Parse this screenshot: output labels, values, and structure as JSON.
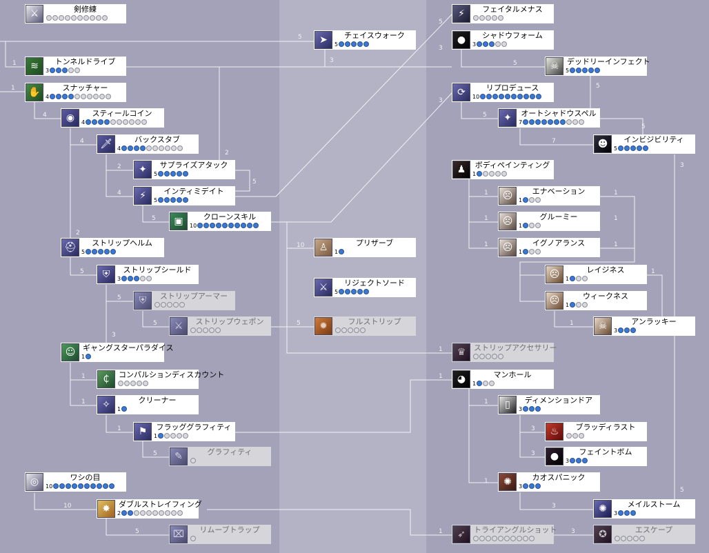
{
  "colors": {
    "bg": "#a3a2b8",
    "band_light": "#b4b3c6",
    "line": "#f2f2f6",
    "enabled_box": "#ffffff",
    "disabled_box": "#d6d6da",
    "level_dot": "#3c78d0",
    "empty_dot": "#d8d8de"
  },
  "skills": {
    "sword_training": {
      "name": "剣修練",
      "level": "",
      "max": 10,
      "icon": "sword-icon",
      "enabled": true
    },
    "tunnel_drive": {
      "name": "トンネルドライブ",
      "level": "3",
      "max": 5,
      "icon": "tunnel-drive-icon",
      "enabled": true
    },
    "snatcher": {
      "name": "スナッチャー",
      "level": "4",
      "max": 10,
      "icon": "snatcher-icon",
      "enabled": true
    },
    "steal_coin": {
      "name": "スティールコイン",
      "level": "4",
      "max": 10,
      "icon": "coin-icon",
      "enabled": true
    },
    "backstab": {
      "name": "バックスタブ",
      "level": "4",
      "max": 10,
      "icon": "backstab-icon",
      "enabled": true
    },
    "surprise_attack": {
      "name": "サプライズアタック",
      "level": "5",
      "max": 5,
      "icon": "surprise-attack-icon",
      "enabled": true
    },
    "intimidate": {
      "name": "インティミデイト",
      "level": "5",
      "max": 5,
      "icon": "intimidate-icon",
      "enabled": true
    },
    "clone_skill": {
      "name": "クローンスキル",
      "level": "10",
      "max": 10,
      "icon": "clone-skill-icon",
      "enabled": true
    },
    "strip_helm": {
      "name": "ストリップヘルム",
      "level": "5",
      "max": 5,
      "icon": "strip-helm-icon",
      "enabled": true
    },
    "strip_shield": {
      "name": "ストリップシールド",
      "level": "3",
      "max": 5,
      "icon": "strip-shield-icon",
      "enabled": true
    },
    "strip_armor": {
      "name": "ストリップアーマー",
      "level": "",
      "max": 5,
      "icon": "strip-armor-icon",
      "enabled": false
    },
    "strip_weapon": {
      "name": "ストリップウェポン",
      "level": "",
      "max": 5,
      "icon": "strip-weapon-icon",
      "enabled": false
    },
    "gangster_paradise": {
      "name": "ギャングスターパラダイス",
      "level": "1",
      "max": 1,
      "icon": "gangster-paradise-icon",
      "enabled": true
    },
    "compulsion_discount": {
      "name": "コンパルションディスカウント",
      "level": "",
      "max": 5,
      "icon": "compulsion-discount-icon",
      "enabled": true
    },
    "cleaner": {
      "name": "クリーナー",
      "level": "1",
      "max": 1,
      "icon": "cleaner-icon",
      "enabled": true
    },
    "flag_graffiti": {
      "name": "フラッググラフィティ",
      "level": "1",
      "max": 5,
      "icon": "flag-graffiti-icon",
      "enabled": true
    },
    "graffiti": {
      "name": "グラフィティ",
      "level": "",
      "max": 1,
      "icon": "graffiti-icon",
      "enabled": false
    },
    "eagle_eye": {
      "name": "ワシの目",
      "level": "10",
      "max": 10,
      "icon": "eagle-eye-icon",
      "enabled": true
    },
    "double_strafing": {
      "name": "ダブルストレイフィング",
      "level": "2",
      "max": 10,
      "icon": "double-strafing-icon",
      "enabled": true
    },
    "remove_trap": {
      "name": "リムーブトラップ",
      "level": "",
      "max": 1,
      "icon": "remove-trap-icon",
      "enabled": false
    },
    "chase_walk": {
      "name": "チェイスウォーク",
      "level": "5",
      "max": 5,
      "icon": "chase-walk-icon",
      "enabled": true
    },
    "preserve": {
      "name": "プリザーブ",
      "level": "1",
      "max": 1,
      "icon": "preserve-icon",
      "enabled": true
    },
    "reject_sword": {
      "name": "リジェクトソード",
      "level": "5",
      "max": 5,
      "icon": "reject-sword-icon",
      "enabled": true
    },
    "full_strip": {
      "name": "フルストリップ",
      "level": "",
      "max": 5,
      "icon": "full-strip-icon",
      "enabled": false
    },
    "fatal_menace": {
      "name": "フェイタルメナス",
      "level": "",
      "max": 5,
      "icon": "fatal-menace-icon",
      "enabled": true
    },
    "shadow_form": {
      "name": "シャドウフォーム",
      "level": "3",
      "max": 5,
      "icon": "shadow-form-icon",
      "enabled": true
    },
    "deadly_infect": {
      "name": "デッドリーインフェクト",
      "level": "5",
      "max": 5,
      "icon": "deadly-infect-icon",
      "enabled": true
    },
    "reproduce": {
      "name": "リプロデュース",
      "level": "10",
      "max": 10,
      "icon": "reproduce-icon",
      "enabled": true
    },
    "auto_shadow_spell": {
      "name": "オートシャドウスペル",
      "level": "7",
      "max": 10,
      "icon": "auto-shadow-spell-icon",
      "enabled": true
    },
    "invisibility": {
      "name": "インビジビリティ",
      "level": "5",
      "max": 5,
      "icon": "invisibility-icon",
      "enabled": true
    },
    "body_painting": {
      "name": "ボディペインティング",
      "level": "1",
      "max": 5,
      "icon": "body-painting-icon",
      "enabled": true
    },
    "enervation": {
      "name": "エナベーション",
      "level": "1",
      "max": 3,
      "icon": "enervation-mask-icon",
      "enabled": true
    },
    "groomy": {
      "name": "グルーミー",
      "level": "1",
      "max": 3,
      "icon": "groomy-mask-icon",
      "enabled": true
    },
    "ignorance": {
      "name": "イグノアランス",
      "level": "1",
      "max": 3,
      "icon": "ignorance-mask-icon",
      "enabled": true
    },
    "laziness": {
      "name": "レイジネス",
      "level": "1",
      "max": 3,
      "icon": "laziness-mask-icon",
      "enabled": true
    },
    "weakness": {
      "name": "ウィークネス",
      "level": "1",
      "max": 3,
      "icon": "weakness-mask-icon",
      "enabled": true
    },
    "unlucky": {
      "name": "アンラッキー",
      "level": "3",
      "max": 3,
      "icon": "unlucky-mask-icon",
      "enabled": true
    },
    "strip_accessory": {
      "name": "ストリップアクセサリー",
      "level": "",
      "max": 5,
      "icon": "strip-accessory-icon",
      "enabled": false
    },
    "manhole": {
      "name": "マンホール",
      "level": "1",
      "max": 3,
      "icon": "manhole-icon",
      "enabled": true
    },
    "dimension_door": {
      "name": "ディメンションドア",
      "level": "3",
      "max": 3,
      "icon": "dimension-door-icon",
      "enabled": true
    },
    "bloody_lust": {
      "name": "ブラッディラスト",
      "level": "",
      "max": 3,
      "icon": "bloody-lust-icon",
      "enabled": true
    },
    "feint_bomb": {
      "name": "フェイントボム",
      "level": "3",
      "max": 3,
      "icon": "feint-bomb-icon",
      "enabled": true
    },
    "chaos_panic": {
      "name": "カオスパニック",
      "level": "3",
      "max": 3,
      "icon": "chaos-panic-icon",
      "enabled": true
    },
    "maelstrom": {
      "name": "メイルストーム",
      "level": "3",
      "max": 3,
      "icon": "maelstrom-icon",
      "enabled": true
    },
    "triangle_shot": {
      "name": "トライアングルショット",
      "level": "",
      "max": 10,
      "icon": "triangle-shot-icon",
      "enabled": false
    },
    "escape": {
      "name": "エスケープ",
      "level": "",
      "max": 5,
      "icon": "escape-icon",
      "enabled": false
    }
  },
  "requirement_labels": [
    {
      "id": "r1",
      "text": "1"
    },
    {
      "id": "r2",
      "text": "1"
    },
    {
      "id": "r3",
      "text": "4"
    },
    {
      "id": "r4",
      "text": "4"
    },
    {
      "id": "r5",
      "text": "2"
    },
    {
      "id": "r6",
      "text": "4"
    },
    {
      "id": "r7",
      "text": "5"
    },
    {
      "id": "r8",
      "text": "5"
    },
    {
      "id": "r9",
      "text": "2"
    },
    {
      "id": "r10",
      "text": "5"
    },
    {
      "id": "r11",
      "text": "5"
    },
    {
      "id": "r12",
      "text": "3"
    },
    {
      "id": "r13",
      "text": "5"
    },
    {
      "id": "r14",
      "text": "5"
    },
    {
      "id": "r15",
      "text": "1"
    },
    {
      "id": "r16",
      "text": "1"
    },
    {
      "id": "r17",
      "text": "1"
    },
    {
      "id": "r18",
      "text": "5"
    },
    {
      "id": "r19",
      "text": "10"
    },
    {
      "id": "r20",
      "text": "5"
    },
    {
      "id": "r21",
      "text": "5"
    },
    {
      "id": "r22",
      "text": "3"
    },
    {
      "id": "r23",
      "text": "10"
    },
    {
      "id": "r24",
      "text": "5"
    },
    {
      "id": "r25",
      "text": "5"
    },
    {
      "id": "r26",
      "text": "3"
    },
    {
      "id": "r27",
      "text": "3"
    },
    {
      "id": "r28",
      "text": "5"
    },
    {
      "id": "r29",
      "text": "5"
    },
    {
      "id": "r30",
      "text": "5"
    },
    {
      "id": "r31",
      "text": "7"
    },
    {
      "id": "r32",
      "text": "3"
    },
    {
      "id": "r33",
      "text": "5"
    },
    {
      "id": "r34",
      "text": "1"
    },
    {
      "id": "r35",
      "text": "1"
    },
    {
      "id": "r36",
      "text": "1"
    },
    {
      "id": "r37",
      "text": "1"
    },
    {
      "id": "r38",
      "text": "1"
    },
    {
      "id": "r39",
      "text": "1"
    },
    {
      "id": "r40",
      "text": "1"
    },
    {
      "id": "r41",
      "text": "1"
    },
    {
      "id": "r42",
      "text": "1"
    },
    {
      "id": "r43",
      "text": "1"
    },
    {
      "id": "r44",
      "text": "1"
    },
    {
      "id": "r45",
      "text": "1"
    },
    {
      "id": "r46",
      "text": "3"
    },
    {
      "id": "r47",
      "text": "3"
    },
    {
      "id": "r48",
      "text": "1"
    },
    {
      "id": "r49",
      "text": "3"
    },
    {
      "id": "r50",
      "text": "3"
    },
    {
      "id": "r51",
      "text": "1"
    },
    {
      "id": "r52",
      "text": "2"
    }
  ]
}
